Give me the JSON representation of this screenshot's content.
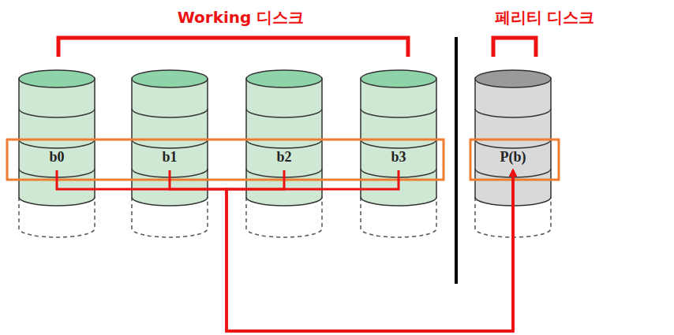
{
  "diagram": {
    "nodes": [
      {
        "text": [
          "b0"
        ]
      },
      {
        "text": [
          "b1"
        ]
      },
      {
        "text": [
          "b2"
        ]
      },
      {
        "text": [
          "b3"
        ]
      },
      {
        "text": [
          "P(b)"
        ]
      }
    ],
    "edges": [
      {
        "from": 0,
        "to": 4,
        "arrow": "to"
      },
      {
        "from": 1,
        "to": 4,
        "arrow": "to"
      },
      {
        "from": 2,
        "to": 4,
        "arrow": "to"
      },
      {
        "from": 3,
        "to": 4,
        "arrow": "to"
      }
    ],
    "labels": [
      "Working 디스크",
      "페리티 디스크"
    ]
  }
}
